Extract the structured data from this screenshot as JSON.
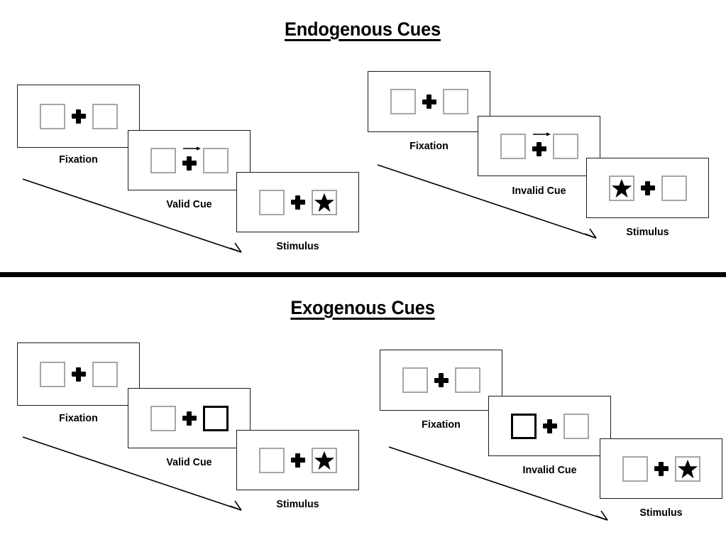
{
  "figure": {
    "title_endogenous": "Endogenous Cues",
    "title_exogenous": "Exogenous Cues",
    "colors": {
      "placeholder_box_border": "#A6A6A6",
      "cued_box_border": "#000000",
      "panel_border": "#1A1A1A",
      "fixation_cross": "#000000",
      "stimulus_star": "#000000",
      "divider": "#000000",
      "background": "#FFFFFF"
    },
    "icons": {
      "fixation_cross": "plus-cross-icon",
      "cue_arrow": "right-arrow-icon",
      "cued_box": "thick-box-outline-icon",
      "stimulus": "star-icon",
      "sequence": "diagonal-arrow-icon"
    }
  },
  "sections": [
    {
      "id": "endogenous",
      "title": "Endogenous Cues",
      "sequences": [
        {
          "id": "endogenous-valid",
          "condition": "Valid",
          "panels": [
            {
              "label": "Fixation",
              "left_content": "empty",
              "right_content": "empty",
              "cue": "none",
              "arrow": false
            },
            {
              "label": "Valid Cue",
              "left_content": "empty",
              "right_content": "empty",
              "cue": "arrow-right",
              "arrow": true
            },
            {
              "label": "Stimulus",
              "left_content": "empty",
              "right_content": "star",
              "cue": "none",
              "arrow": false
            }
          ]
        },
        {
          "id": "endogenous-invalid",
          "condition": "Invalid",
          "panels": [
            {
              "label": "Fixation",
              "left_content": "empty",
              "right_content": "empty",
              "cue": "none",
              "arrow": false
            },
            {
              "label": "Invalid Cue",
              "left_content": "empty",
              "right_content": "empty",
              "cue": "arrow-right",
              "arrow": true
            },
            {
              "label": "Stimulus",
              "left_content": "star",
              "right_content": "empty",
              "cue": "none",
              "arrow": false
            }
          ]
        }
      ]
    },
    {
      "id": "exogenous",
      "title": "Exogenous Cues",
      "sequences": [
        {
          "id": "exogenous-valid",
          "condition": "Valid",
          "panels": [
            {
              "label": "Fixation",
              "left_content": "empty",
              "right_content": "empty",
              "cue": "none",
              "arrow": false
            },
            {
              "label": "Valid Cue",
              "left_content": "empty",
              "right_content": "empty",
              "cue": "right-box",
              "arrow": false
            },
            {
              "label": "Stimulus",
              "left_content": "empty",
              "right_content": "star",
              "cue": "none",
              "arrow": false
            }
          ]
        },
        {
          "id": "exogenous-invalid",
          "condition": "Invalid",
          "panels": [
            {
              "label": "Fixation",
              "left_content": "empty",
              "right_content": "empty",
              "cue": "none",
              "arrow": false
            },
            {
              "label": "Invalid Cue",
              "left_content": "empty",
              "right_content": "empty",
              "cue": "left-box",
              "arrow": false
            },
            {
              "label": "Stimulus",
              "left_content": "empty",
              "right_content": "star",
              "cue": "none",
              "arrow": false
            }
          ]
        }
      ]
    }
  ],
  "labels": {
    "fixation": "Fixation",
    "valid_cue": "Valid Cue",
    "invalid_cue": "Invalid Cue",
    "stimulus": "Stimulus"
  }
}
